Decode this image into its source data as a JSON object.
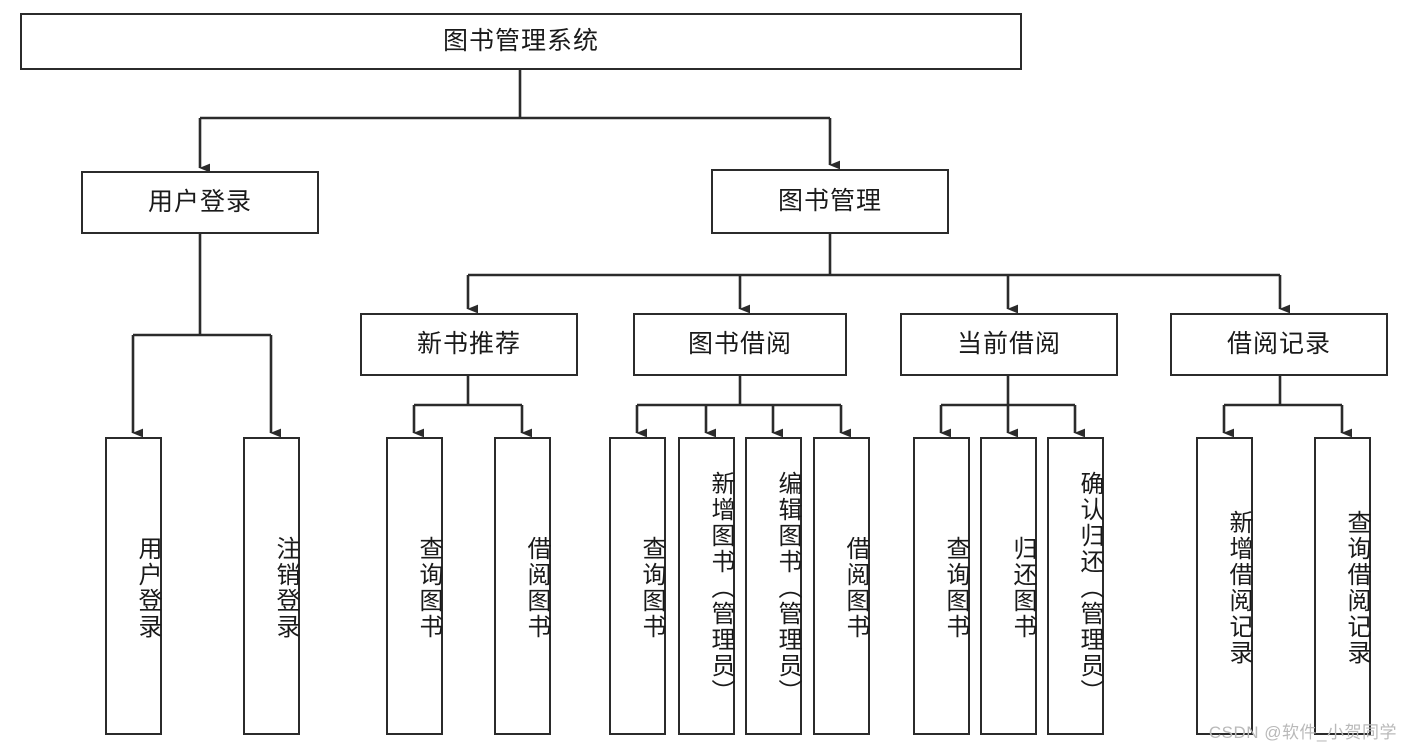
{
  "diagram": {
    "title": "图书管理系统",
    "type": "tree-hierarchy",
    "stroke_color": "#2b2b2b",
    "background_color": "#ffffff",
    "text_color": "#1a1a1a",
    "root": {
      "label": "图书管理系统"
    },
    "level1": [
      {
        "label": "用户登录"
      },
      {
        "label": "图书管理"
      }
    ],
    "level2": [
      {
        "label": "新书推荐"
      },
      {
        "label": "图书借阅"
      },
      {
        "label": "当前借阅"
      },
      {
        "label": "借阅记录"
      }
    ],
    "leaves": {
      "user_login": [
        {
          "label": "用户登录"
        },
        {
          "label": "注销登录"
        }
      ],
      "new_book_recommend": [
        {
          "label": "查询图书"
        },
        {
          "label": "借阅图书"
        }
      ],
      "book_borrow": [
        {
          "label": "查询图书"
        },
        {
          "label": "新增图书（管理员）"
        },
        {
          "label": "编辑图书（管理员）"
        },
        {
          "label": "借阅图书"
        }
      ],
      "current_borrow": [
        {
          "label": "查询图书"
        },
        {
          "label": "归还图书"
        },
        {
          "label": "确认归还（管理员）"
        }
      ],
      "borrow_record": [
        {
          "label": "新增借阅记录"
        },
        {
          "label": "查询借阅记录"
        }
      ]
    }
  },
  "watermark": {
    "text": "CSDN @软件_小贺同学"
  }
}
